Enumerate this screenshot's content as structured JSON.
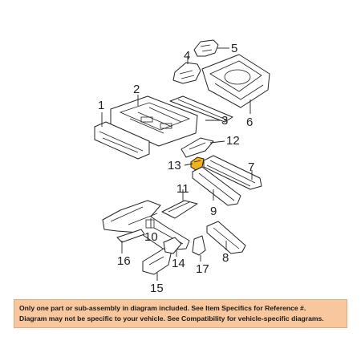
{
  "callouts": {
    "c1": "1",
    "c2": "2",
    "c3": "3",
    "c4": "4",
    "c5": "5",
    "c6": "6",
    "c7": "7",
    "c8": "8",
    "c9": "9",
    "c10": "10",
    "c11": "11",
    "c12": "12",
    "c13": "13",
    "c14": "14",
    "c15": "15",
    "c16": "16",
    "c17": "17"
  },
  "highlight_color": "#f3b21b",
  "banner": {
    "line1": "Only one part or sub-assembly in diagram included. See Item Specifics for Reference #.",
    "line2": "Diagram may not be specific to your vehicle. See Compatibility for vehicle-specific diagrams.",
    "background": "#f8c79e"
  }
}
